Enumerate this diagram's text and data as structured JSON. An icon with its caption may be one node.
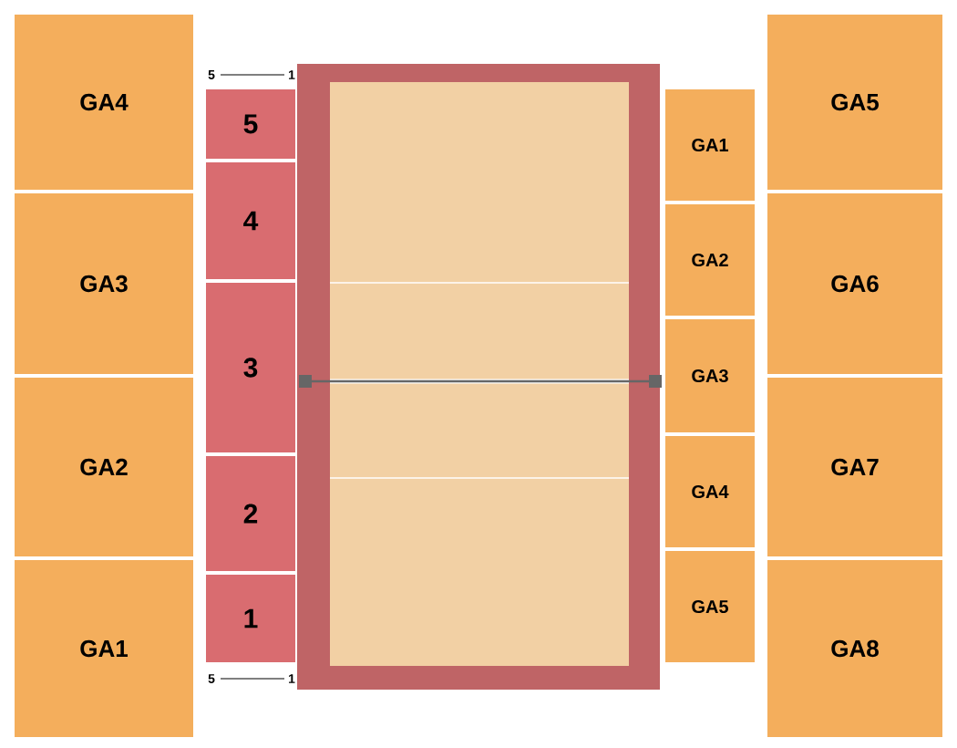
{
  "diagram": {
    "nodes": [
      {
        "text": [
          "GA4"
        ]
      },
      {
        "text": [
          "GA3"
        ]
      },
      {
        "text": [
          "GA2"
        ]
      },
      {
        "text": [
          "GA1"
        ]
      },
      {
        "text": [
          "5"
        ]
      },
      {
        "text": [
          "4"
        ]
      },
      {
        "text": [
          "3"
        ]
      },
      {
        "text": [
          "2"
        ]
      },
      {
        "text": [
          "1"
        ]
      },
      {
        "text": [
          "GA1"
        ]
      },
      {
        "text": [
          "GA2"
        ]
      },
      {
        "text": [
          "GA3"
        ]
      },
      {
        "text": [
          "GA4"
        ]
      },
      {
        "text": [
          "GA5"
        ]
      },
      {
        "text": [
          "GA5"
        ]
      },
      {
        "text": [
          "GA6"
        ]
      },
      {
        "text": [
          "GA7"
        ]
      },
      {
        "text": [
          "GA8"
        ]
      }
    ],
    "labels": [
      "5",
      "1",
      "5",
      "1"
    ]
  }
}
